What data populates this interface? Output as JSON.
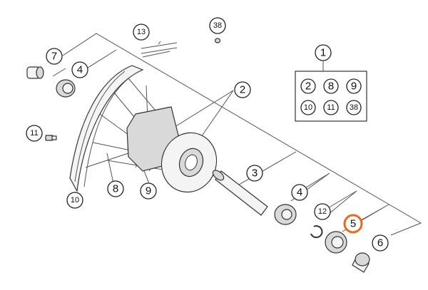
{
  "callouts": {
    "c1": "1",
    "c2": "2",
    "c3": "3",
    "c4a": "4",
    "c4b": "4",
    "c5": "5",
    "c6": "6",
    "c7": "7",
    "c8": "8",
    "c9": "9",
    "c10": "10",
    "c11": "11",
    "c12": "12",
    "c13": "13",
    "c38": "38"
  },
  "kit_box": {
    "items": [
      "2",
      "8",
      "9",
      "10",
      "11",
      "38"
    ]
  },
  "highlight_color": "#e86a1a"
}
